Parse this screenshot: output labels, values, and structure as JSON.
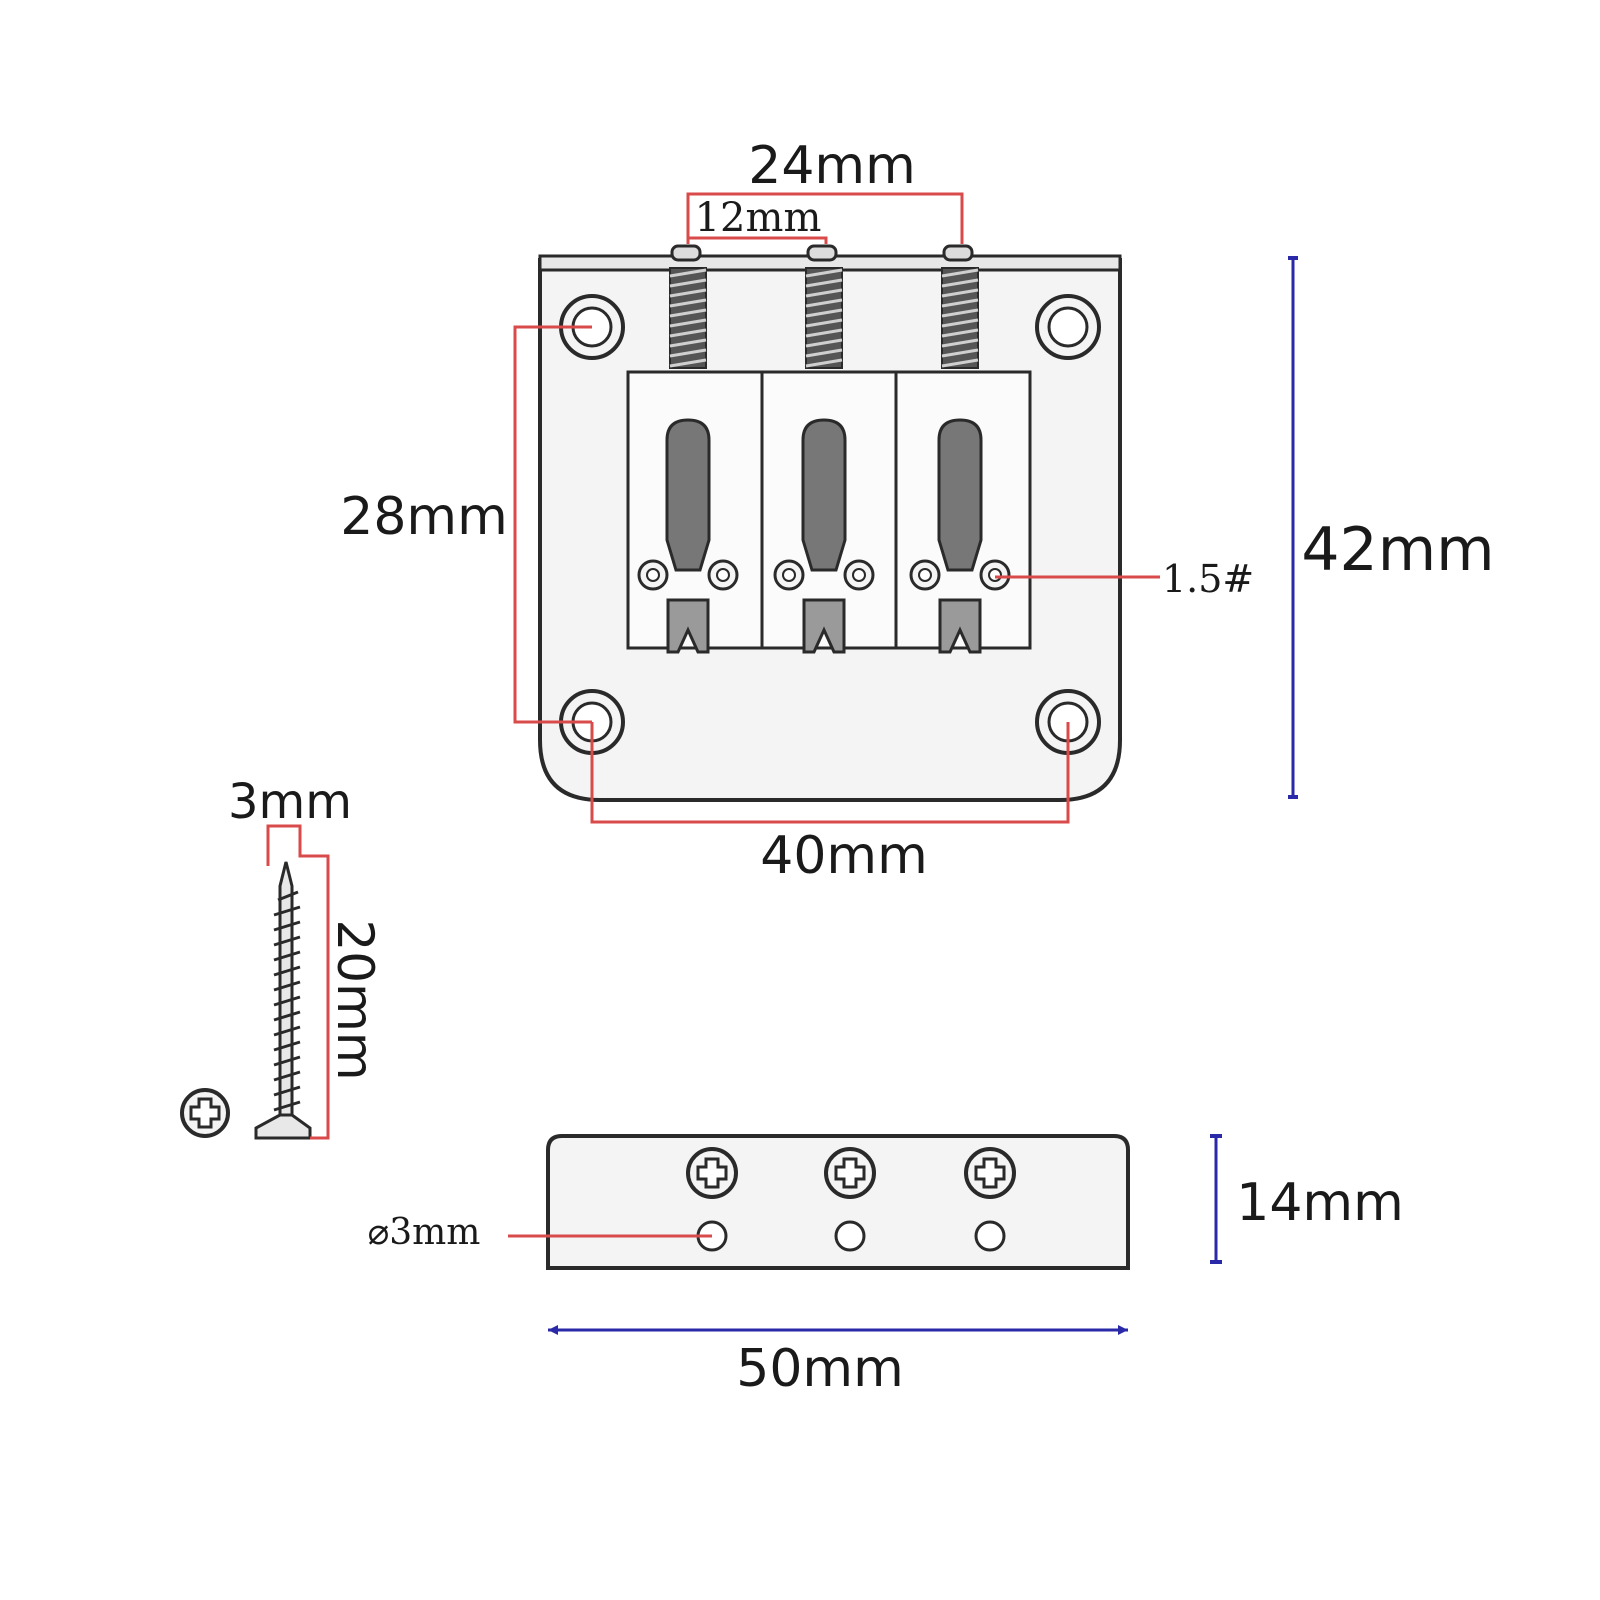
{
  "dimensions": {
    "top_screw_spacing_outer": "24mm",
    "top_screw_spacing_inner": "12mm",
    "mount_hole_vertical": "28mm",
    "plate_height": "42mm",
    "mount_hole_horizontal": "40mm",
    "saddle_screw_size": "1.5#",
    "wood_screw_width": "3mm",
    "wood_screw_length": "20mm",
    "side_hole_diameter": "⌀3mm",
    "side_height": "14mm",
    "side_width": "50mm"
  },
  "colors": {
    "red_dimension": "#d94a4a",
    "blue_dimension": "#2a2aa8",
    "outline": "#2a2a2a",
    "plate_fill": "#f4f4f4"
  }
}
